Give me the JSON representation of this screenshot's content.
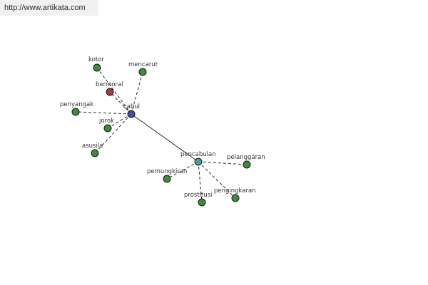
{
  "watermark": {
    "url": "http://www.artikata.com"
  },
  "colors": {
    "hub_cabul": "#3b4fa8",
    "hub_pencabulan": "#4f9a99",
    "moral_node": "#a23b3b",
    "leaf": "#3f8a3f"
  },
  "graph": {
    "nodes": [
      {
        "id": "kotor",
        "label": "kotor",
        "kind": "leaf"
      },
      {
        "id": "mencarut",
        "label": "mencarut",
        "kind": "leaf"
      },
      {
        "id": "bermoral",
        "label": "bermoral",
        "kind": "moral"
      },
      {
        "id": "penyangak",
        "label": "penyangak",
        "kind": "leaf"
      },
      {
        "id": "cabul",
        "label": "cabul",
        "kind": "hub_cabul"
      },
      {
        "id": "jorok",
        "label": "jorok",
        "kind": "leaf"
      },
      {
        "id": "asusila",
        "label": "asusila",
        "kind": "leaf"
      },
      {
        "id": "pencabulan",
        "label": "pencabulan",
        "kind": "hub_pencabulan"
      },
      {
        "id": "pelanggaran",
        "label": "pelanggaran",
        "kind": "leaf"
      },
      {
        "id": "pemungkiran",
        "label": "pemungkiran",
        "kind": "leaf"
      },
      {
        "id": "prostitusi",
        "label": "prostitusi",
        "kind": "leaf"
      },
      {
        "id": "pengingkaran",
        "label": "pengingkaran",
        "kind": "leaf"
      }
    ],
    "edges": [
      {
        "from": "cabul",
        "to": "kotor",
        "style": "dashed"
      },
      {
        "from": "cabul",
        "to": "mencarut",
        "style": "dashed"
      },
      {
        "from": "cabul",
        "to": "bermoral",
        "style": "dashed"
      },
      {
        "from": "cabul",
        "to": "penyangak",
        "style": "dashed"
      },
      {
        "from": "cabul",
        "to": "jorok",
        "style": "dashed"
      },
      {
        "from": "cabul",
        "to": "asusila",
        "style": "dashed"
      },
      {
        "from": "cabul",
        "to": "pencabulan",
        "style": "solid"
      },
      {
        "from": "pencabulan",
        "to": "pelanggaran",
        "style": "dashed"
      },
      {
        "from": "pencabulan",
        "to": "pemungkiran",
        "style": "dashed"
      },
      {
        "from": "pencabulan",
        "to": "prostitusi",
        "style": "dashed"
      },
      {
        "from": "pencabulan",
        "to": "pengingkaran",
        "style": "dashed"
      }
    ]
  }
}
